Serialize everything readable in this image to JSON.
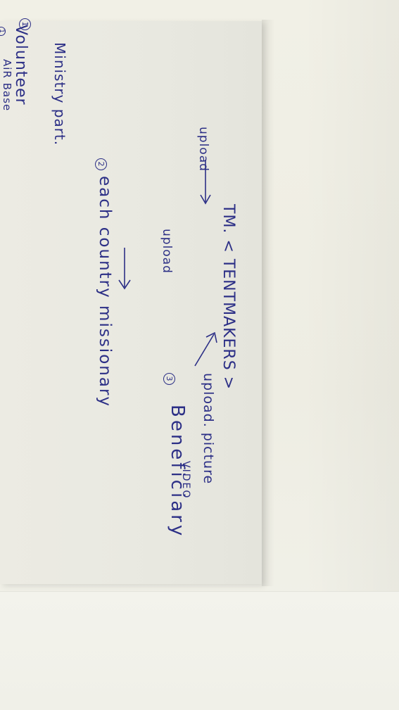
{
  "note": {
    "title": "TM. < TENTMAKERS >",
    "markers": [
      "1",
      "2",
      "3",
      "1"
    ],
    "volunteer": "Volunteer",
    "upload_left": "upload",
    "upload_middle": "upload",
    "upload_right": "upload. picture",
    "video": "VIDEO",
    "beneficiary": "Beneficiary",
    "each_country": "each country missionary",
    "ministry_part": "Ministry part.",
    "air_base": "AiR Base"
  },
  "colors": {
    "ink": "#2c2f86",
    "paper": "#e9e9e1",
    "background": "#efeee6"
  }
}
